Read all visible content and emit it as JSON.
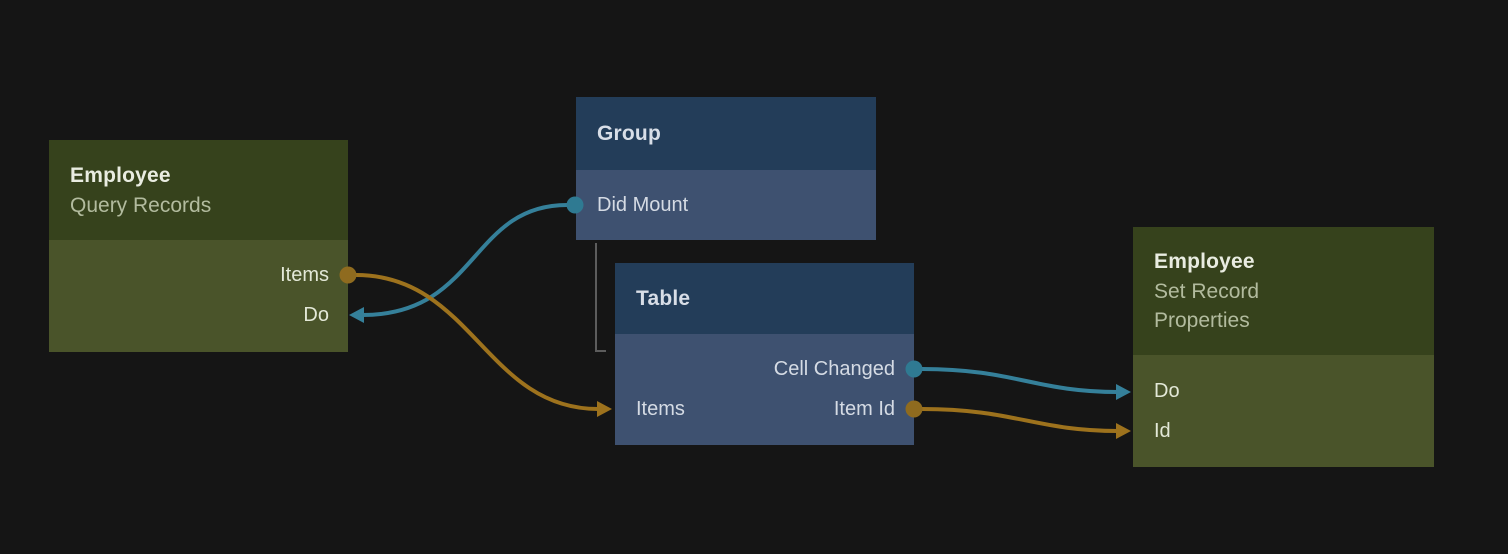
{
  "canvas": {
    "background": "#151515"
  },
  "colors": {
    "exec_connection": "#35809a",
    "data_connection": "#9d721d",
    "record_node_header": "#36421c",
    "record_node_body": "#4a542a",
    "ui_node_header": "#233d59",
    "ui_node_body": "#3e5170",
    "group_child_link": "#5c5c5c"
  },
  "nodes": [
    {
      "title": "Employee",
      "subtitle": "Query Records",
      "ports": [
        {
          "label": "Items",
          "type": "data",
          "direction": "output"
        },
        {
          "label": "Do",
          "type": "exec",
          "direction": "input"
        }
      ]
    },
    {
      "title": "Group",
      "ports": [
        {
          "label": "Did Mount",
          "type": "exec",
          "direction": "output"
        }
      ]
    },
    {
      "title": "Table",
      "ports": [
        {
          "label": "Cell Changed",
          "type": "exec",
          "direction": "output"
        },
        {
          "label": "Items",
          "type": "data",
          "direction": "input"
        },
        {
          "label": "Item Id",
          "type": "data",
          "direction": "output"
        }
      ]
    },
    {
      "title": "Employee",
      "subtitle": "Set Record\nProperties",
      "ports": [
        {
          "label": "Do",
          "type": "exec",
          "direction": "input"
        },
        {
          "label": "Id",
          "type": "data",
          "direction": "input"
        }
      ]
    }
  ],
  "connections": [
    {
      "from": "Group.Did Mount",
      "to": "Employee Query Records.Do",
      "type": "exec"
    },
    {
      "from": "Employee Query Records.Items",
      "to": "Table.Items",
      "type": "data"
    },
    {
      "from": "Table.Cell Changed",
      "to": "Employee Set Record Properties.Do",
      "type": "exec"
    },
    {
      "from": "Table.Item Id",
      "to": "Employee Set Record Properties.Id",
      "type": "data"
    },
    {
      "from": "Group",
      "to": "Table",
      "type": "parent-child"
    }
  ]
}
